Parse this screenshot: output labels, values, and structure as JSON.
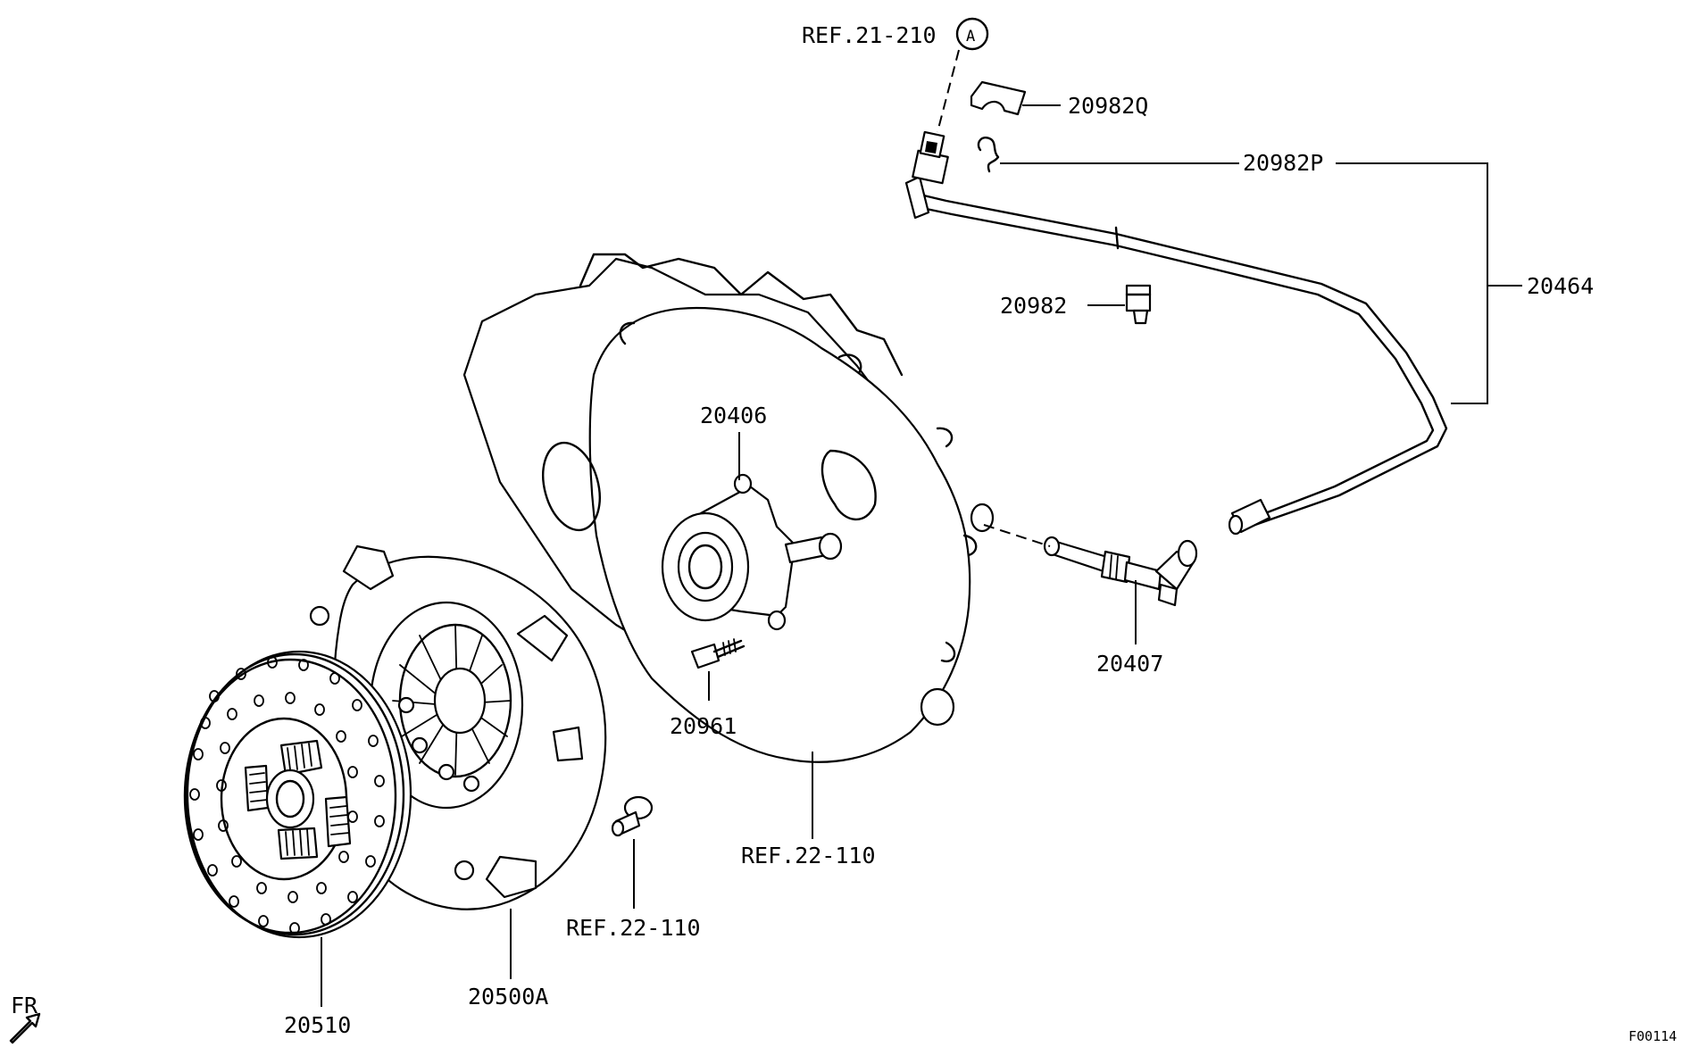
{
  "labels": {
    "ref_21_210": "REF.21-210",
    "circle_a": "A",
    "p20982q": "20982Q",
    "p20982p": "20982P",
    "p20464": "20464",
    "p20982": "20982",
    "p20406": "20406",
    "p20407": "20407",
    "p20961": "20961",
    "ref_22_110_housing": "REF.22-110",
    "ref_22_110_bolt": "REF.22-110",
    "p20500a": "20500A",
    "p20510": "20510",
    "fr": "FR",
    "figure_code": "F00114"
  },
  "colors": {
    "line": "#000000",
    "background": "#ffffff"
  }
}
